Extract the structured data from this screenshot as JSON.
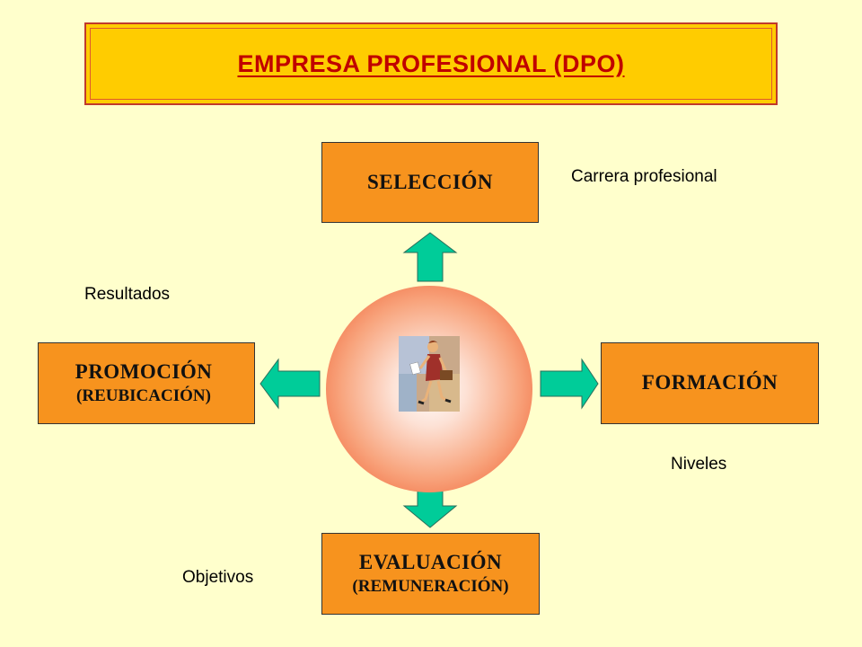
{
  "title": "EMPRESA PROFESIONAL (DPO)",
  "nodes": {
    "seleccion": {
      "main": "SELECCIÓN"
    },
    "promocion": {
      "main": "PROMOCIÓN",
      "sub": "(REUBICACIÓN)"
    },
    "formacion": {
      "main": "FORMACIÓN"
    },
    "evaluacion": {
      "main": "EVALUACIÓN",
      "sub": "(REMUNERACIÓN)"
    }
  },
  "labels": {
    "carrera": "Carrera profesional",
    "resultados": "Resultados",
    "niveles": "Niveles",
    "objetivos": "Objetivos"
  },
  "colors": {
    "background": "#ffffcc",
    "title_fill": "#ffcc00",
    "title_text": "#c00000",
    "node_fill": "#f7931e",
    "arrow_fill": "#00cc99"
  },
  "center_image": "business-woman-clipart"
}
